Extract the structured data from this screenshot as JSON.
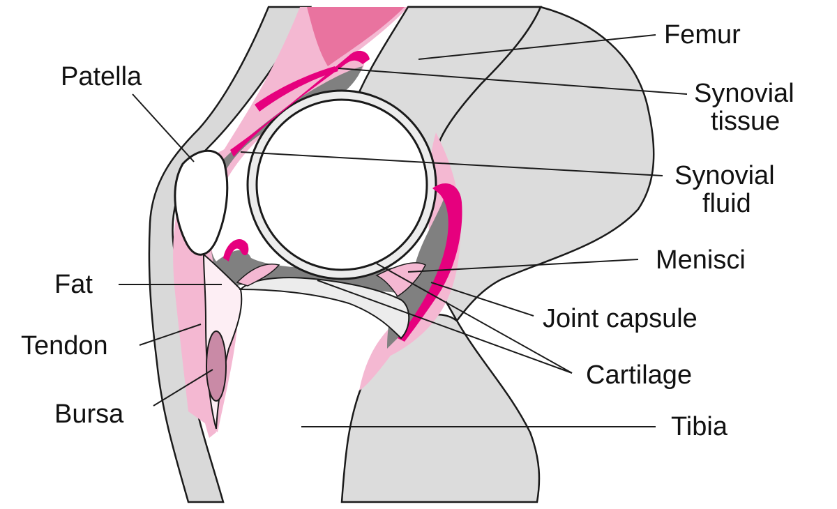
{
  "colors": {
    "bone": "#dcdcdc",
    "outline": "#1a1a1a",
    "skin": "#d9d9d9",
    "synovial_tissue": "#e6007e",
    "joint_capsule": "#f4b8d2",
    "muscle": "#e9739f",
    "synovial_fluid": "#808080",
    "cartilage": "#ececec",
    "fat": "#fdeef4",
    "bursa": "#c98aa6"
  },
  "labels": {
    "femur": "Femur",
    "synovial_tissue": [
      "Synovial",
      "tissue"
    ],
    "patella": "Patella",
    "synovial_fluid": [
      "Synovial",
      "fluid"
    ],
    "menisci": "Menisci",
    "fat": "Fat",
    "joint_capsule": "Joint capsule",
    "tendon": "Tendon",
    "cartilage": "Cartilage",
    "bursa": "Bursa",
    "tibia": "Tibia"
  }
}
